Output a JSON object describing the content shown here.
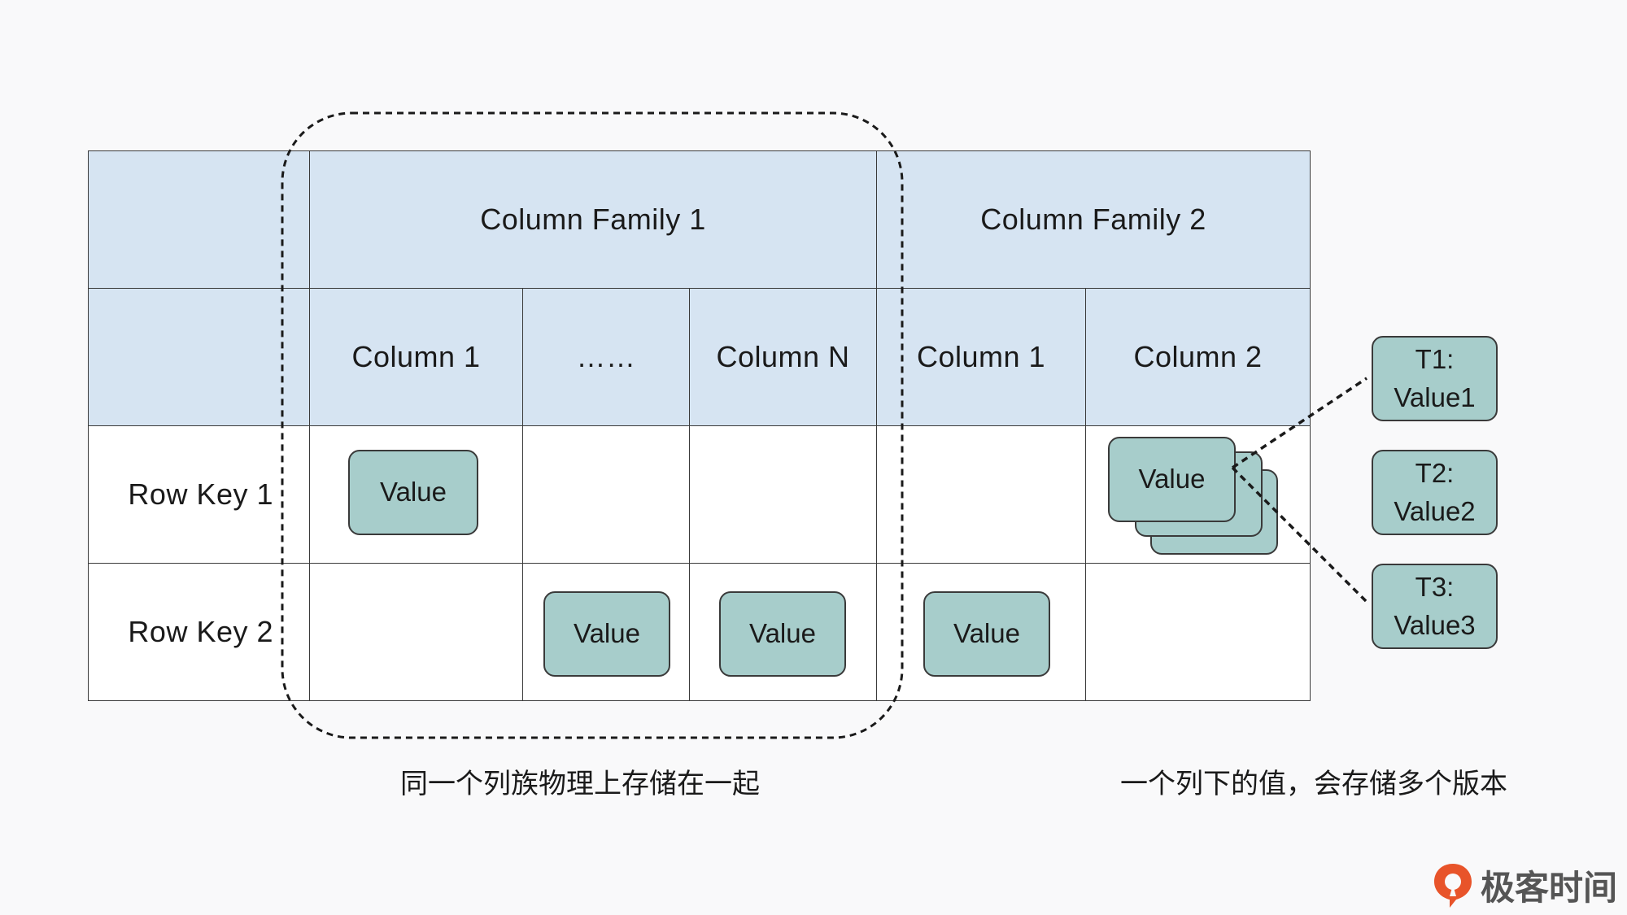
{
  "table": {
    "family_headers": [
      "Column Family 1",
      "Column Family 2"
    ],
    "column_headers": [
      "Column 1",
      "……",
      "Column N",
      "Column 1",
      "Column 2"
    ],
    "row_keys": [
      "Row Key 1",
      "Row Key 2"
    ],
    "value_label": "Value"
  },
  "versions": [
    {
      "time": "T1:",
      "value": "Value1"
    },
    {
      "time": "T2:",
      "value": "Value2"
    },
    {
      "time": "T3:",
      "value": "Value3"
    }
  ],
  "captions": {
    "left": "同一个列族物理上存储在一起",
    "right": "一个列下的值，会存储多个版本"
  },
  "brand": {
    "name": "极客时间"
  },
  "colors": {
    "header": "#d6e4f2",
    "value_box": "#a7cdcb",
    "brand": "#e8542a"
  }
}
